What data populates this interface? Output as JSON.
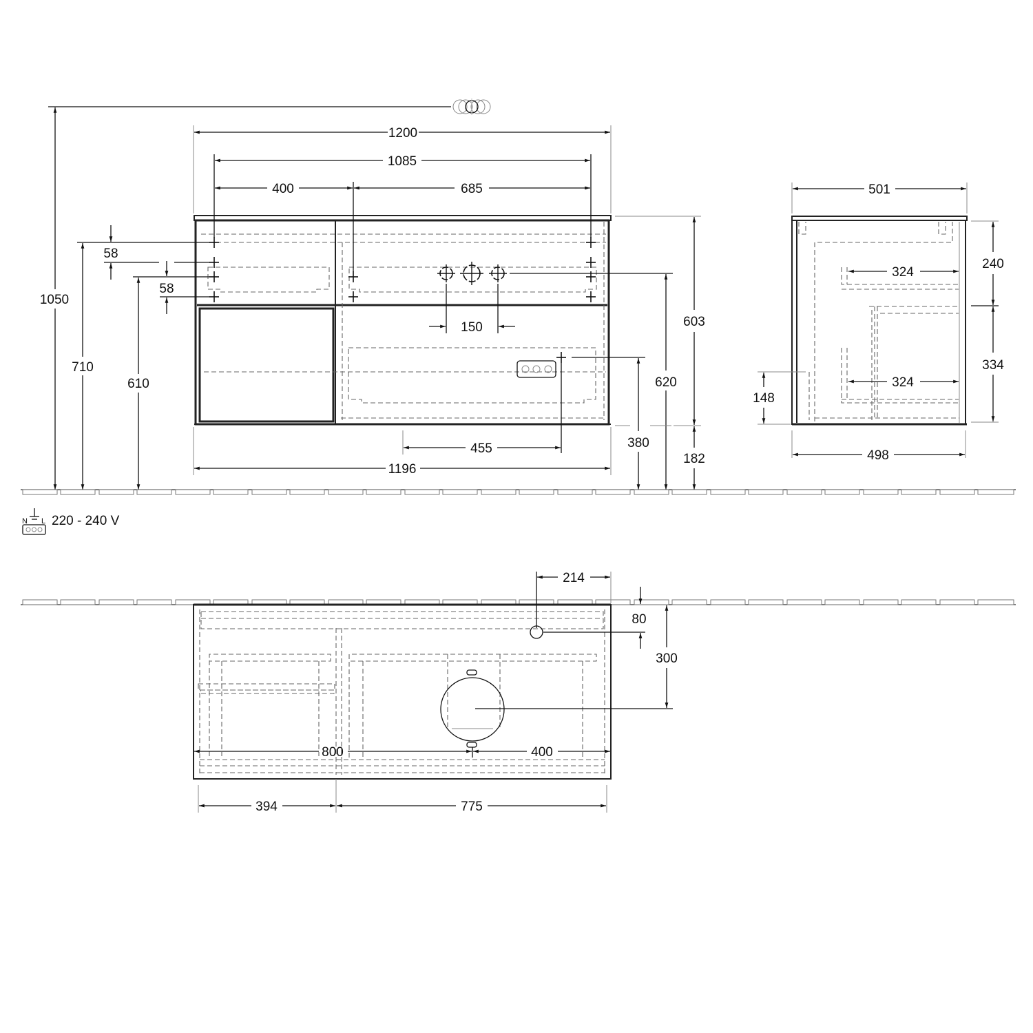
{
  "drawing": {
    "type": "furniture dimension drawing - vanity unit 1200 mm",
    "units": "mm",
    "electrical": {
      "symbol_labels": {
        "n": "N",
        "l": "L"
      },
      "voltage": "220 - 240 V"
    },
    "front_view": {
      "widths": {
        "overall_top": "1200",
        "fixing_points": "1085",
        "left_fix": "400",
        "right_fix": "685",
        "tap_spacing": "150",
        "socket_offset": "455",
        "overall_bottom": "1196"
      },
      "heights": {
        "top_total": "1050",
        "fix_upper": "710",
        "fix_lower": "610",
        "gap_upper": "58",
        "gap_lower": "58",
        "carcass": "603",
        "tap_height": "620",
        "socket_height": "380",
        "floor_clearance": "182"
      }
    },
    "side_view": {
      "top_depth": "501",
      "upper_drawer_depth": "324",
      "lower_drawer_depth": "324",
      "bottom_depth": "498",
      "upper_drawer_height": "240",
      "lower_drawer_height": "334",
      "socket_height": "148"
    },
    "plan_view": {
      "hole_offset": "214",
      "hole_from_wall": "80",
      "siphon_from_wall": "300",
      "left_span": "800",
      "right_span": "400",
      "left_width": "394",
      "right_width": "775"
    }
  }
}
